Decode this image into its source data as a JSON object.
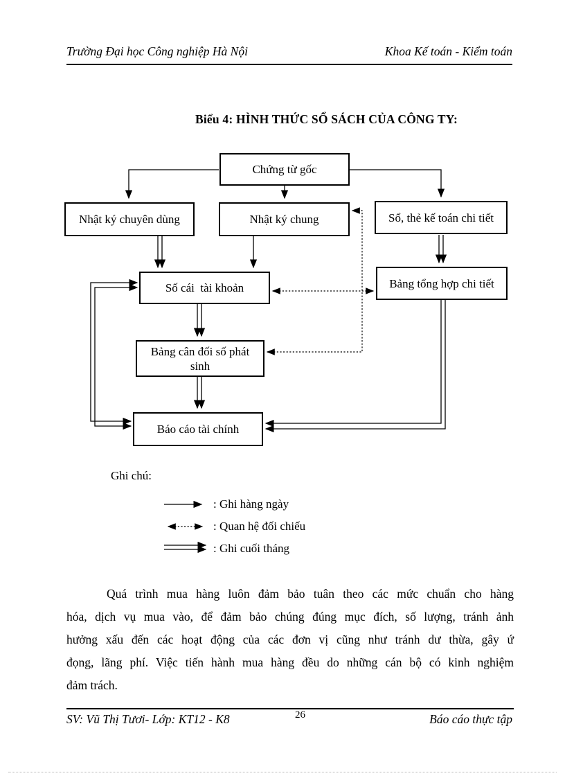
{
  "header": {
    "left": "Trường Đại học Công nghiệp Hà Nội",
    "right": "Khoa Kế toán - Kiểm toán"
  },
  "title": "Biểu 4: HÌNH THỨC SỔ SÁCH CỦA CÔNG TY:",
  "diagram": {
    "boxes": {
      "chung_tu_goc": "Chứng từ gốc",
      "nhat_ky_chuyen_dung": "Nhật ký chuyên dùng",
      "nhat_ky_chung": "Nhật ký chung",
      "so_the_ke_toan": "Sổ, thẻ kế toán chi tiết",
      "so_cai": "Số cái  tài khoản",
      "bang_tong_hop": "Bảng tổng hợp chi tiết",
      "bang_can_doi": "Bảng cân đối số phát sinh",
      "bao_cao": "Báo cáo tài chính"
    },
    "legend": {
      "heading": "Ghi chú:",
      "items": [
        {
          "symbol": "solid-arrow",
          "label": ": Ghi hàng ngày"
        },
        {
          "symbol": "dotted-double-arrow",
          "label": ": Quan hệ đối chiếu"
        },
        {
          "symbol": "double-line-arrow",
          "label": ": Ghi cuối tháng"
        }
      ]
    }
  },
  "paragraph": {
    "lines": [
      "Quá trình mua hàng luôn đảm bảo tuân theo các mức chuẩn cho hàng",
      "hóa, dịch vụ mua vào, để đảm bảo chúng đúng mục đích, số lượng, tránh ảnh",
      "hưởng xấu  đến các hoạt động của các đơn vị cũng như tránh dư thừa, gây ứ",
      "đọng, lãng phí. Việc tiến hành mua hàng đều do những cán bộ có kinh nghiệm",
      "đảm trách."
    ]
  },
  "footer": {
    "left": "SV: Vũ Thị Tươi- Lớp: KT12 - K8",
    "page_number": "26",
    "right": "Báo cáo thực tập"
  },
  "colors": {
    "ink": "#000000",
    "page_edge_dots": "#b3b3b3"
  }
}
